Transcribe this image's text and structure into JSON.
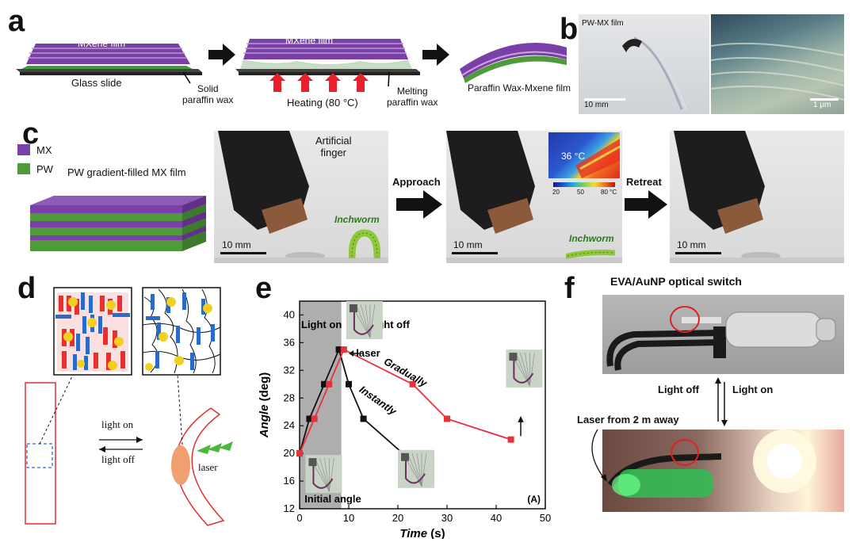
{
  "panel_labels": {
    "a": "a",
    "b": "b",
    "c": "c",
    "d": "d",
    "e": "e",
    "f": "f"
  },
  "panel_a": {
    "film1": "MXene film",
    "glass": "Glass slide",
    "solid_wax": "Solid\nparaffin wax",
    "film2": "MXene film",
    "heating": "Heating (80 °C)",
    "melting_wax": "Melting\nparaffin wax",
    "result": "Paraffin Wax-Mxene film"
  },
  "panel_b": {
    "film_label": "PW-MX film",
    "scale1": "10 mm",
    "scale2": "1 μm"
  },
  "panel_c": {
    "legend_mx": "MX",
    "legend_pw": "PW",
    "gradient_title": "PW gradient-filled MX film",
    "finger": "Artificial\nfinger",
    "inchworm1": "Inchworm",
    "inchworm2": "Inchworm",
    "scale1": "10 mm",
    "scale2": "10 mm",
    "scale3": "10 mm",
    "approach": "Approach",
    "retreat": "Retreat",
    "temp": "36 °C",
    "colorbar_ticks": [
      "20",
      "50",
      "80 °C"
    ]
  },
  "panel_d": {
    "light_on": "light on",
    "light_off": "light off",
    "laser": "laser"
  },
  "panel_f": {
    "title": "EVA/AuNP  optical switch",
    "light_off": "Light off",
    "light_on": "Light on",
    "laser_from": "Laser  from 2 m away"
  },
  "colors": {
    "mx": "#7b3fa8",
    "pw": "#4f9a3a",
    "red_arrow": "#e8202a",
    "series_black": "#111111",
    "series_red": "#e8323a"
  },
  "chart_data": {
    "type": "line",
    "xlabel": "Time (s)",
    "ylabel": "Angle (deg)",
    "xlim": [
      0,
      50
    ],
    "ylim": [
      12,
      42
    ],
    "xticks": [
      0,
      10,
      20,
      30,
      40,
      50
    ],
    "yticks": [
      12,
      16,
      20,
      24,
      28,
      32,
      36,
      40
    ],
    "shaded_region": [
      0,
      8.5
    ],
    "series": [
      {
        "color": "#111111",
        "marker": "square",
        "x": [
          0,
          2,
          5,
          8,
          10,
          13,
          21
        ],
        "y": [
          20,
          25,
          30,
          35,
          30,
          25,
          20
        ]
      },
      {
        "color": "#e8323a",
        "marker": "square",
        "x": [
          0,
          3,
          6,
          9,
          23,
          30,
          43
        ],
        "y": [
          20,
          25,
          30,
          35,
          30,
          25,
          22
        ]
      }
    ],
    "annotations": {
      "light_on": "Light on",
      "light_off": "Light off",
      "laser": "laser",
      "instantly": "Instantly",
      "gradually": "Gradually",
      "initial_angle": "Initial angle",
      "tag": "(A)"
    }
  }
}
